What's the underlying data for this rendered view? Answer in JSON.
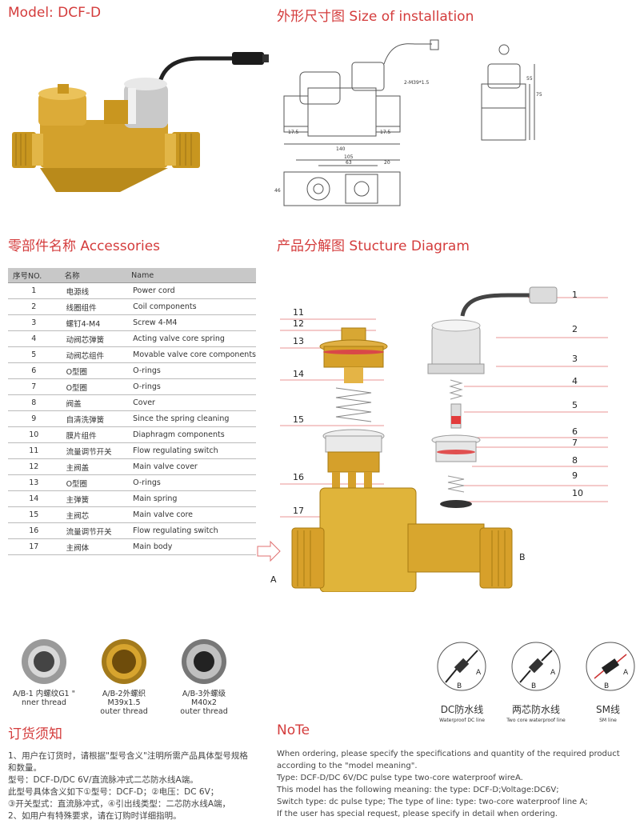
{
  "model_title": "Model: DCF-D",
  "size_title": "外形尺寸图 Size of installation",
  "accessories_title": "零部件名称 Accessories",
  "structure_title": "产品分解图 Stucture Diagram",
  "dimensions": {
    "d140": "140",
    "d105": "105",
    "d63": "63",
    "d20": "20",
    "d46": "46",
    "d17a": "17.5",
    "d17b": "17.5",
    "d75": "75",
    "d55": "55",
    "thread": "2-M39*1.5"
  },
  "table": {
    "headers": [
      "序号NO.",
      "名称",
      "Name"
    ],
    "rows": [
      {
        "no": "1",
        "cn": "电源线",
        "en": "Power cord"
      },
      {
        "no": "2",
        "cn": "线圈组件",
        "en": "Coil components"
      },
      {
        "no": "3",
        "cn": "螺钉4-M4",
        "en": "Screw 4-M4"
      },
      {
        "no": "4",
        "cn": "动阀芯弹簧",
        "en": "Acting valve core spring"
      },
      {
        "no": "5",
        "cn": "动阀芯组件",
        "en": "Movable valve core components"
      },
      {
        "no": "6",
        "cn": "O型圈",
        "en": "O-rings"
      },
      {
        "no": "7",
        "cn": "O型圈",
        "en": "O-rings"
      },
      {
        "no": "8",
        "cn": "阀盖",
        "en": "Cover"
      },
      {
        "no": "9",
        "cn": "自清洗弹簧",
        "en": "Since the spring cleaning"
      },
      {
        "no": "10",
        "cn": "膜片组件",
        "en": "Diaphragm components"
      },
      {
        "no": "11",
        "cn": "流量调节开关",
        "en": "Flow regulating switch"
      },
      {
        "no": "12",
        "cn": "主阀盖",
        "en": "Main valve cover"
      },
      {
        "no": "13",
        "cn": "O型圈",
        "en": "O-rings"
      },
      {
        "no": "14",
        "cn": "主弹簧",
        "en": "Main spring"
      },
      {
        "no": "15",
        "cn": "主阀芯",
        "en": "Main valve core"
      },
      {
        "no": "16",
        "cn": "流量调节开关",
        "en": "Flow regulating switch"
      },
      {
        "no": "17",
        "cn": "主阀体",
        "en": "Main body"
      }
    ]
  },
  "diagram_labels": {
    "left": [
      "11",
      "12",
      "13",
      "14",
      "15",
      "16",
      "17"
    ],
    "right": [
      "1",
      "2",
      "3",
      "4",
      "5",
      "6",
      "7",
      "8",
      "9",
      "10"
    ],
    "in": "A",
    "out": "B"
  },
  "threads": [
    {
      "line1": "A/B-1 内螺纹G1 \"",
      "line2": "nner thread"
    },
    {
      "line1": "A/B-2外螺织",
      "line2": "M39x1.5",
      "line3": "outer thread"
    },
    {
      "line1": "A/B-3外螺级",
      "line2": "M40x2",
      "line3": "outer thread"
    }
  ],
  "lines": [
    {
      "cn": "DC防水线",
      "en": "Waterproof  DC line",
      "a": "A",
      "b": "B"
    },
    {
      "cn": "两芯防水线",
      "en": "Two core waterproof line",
      "a": "A",
      "b": "B"
    },
    {
      "cn": "SM线",
      "en": "SM line",
      "a": "A",
      "b": "B"
    }
  ],
  "order_title": "订货须知",
  "order_lines": [
    "1、用户在订货时，请根据\"型号含义\"注明所需产品具体型号规格",
    "和数量。",
    "型号：DCF-D/DC 6V/直流脉冲式二芯防水线A端。",
    "此型号具体含义如下①型号：DCF-D；②电压：DC 6V；",
    "③开关型式：直流脉冲式，④引出线类型：二芯防水线A端，",
    "2、如用户有特殊要求，请在订购时详细指明。"
  ],
  "note_title": "NoTe",
  "note_lines": [
    "When ordering, please specify the specifications and quantity  of the required product",
    "according to the \"model meaning\".",
    "Type: DCF-D/DC 6V/DC pulse type two-core waterproof wireA.",
    "This model has the following meaning: the type: DCF-D;Voltage:DC6V;",
    "Switch type: dc pulse type; The type of line: type: two-core waterproof line A;",
    "If the user has special request, please specify in detail when ordering."
  ],
  "colors": {
    "title": "#d43c3c",
    "brass": "#d9a830",
    "table_head": "#c8c8c8"
  }
}
